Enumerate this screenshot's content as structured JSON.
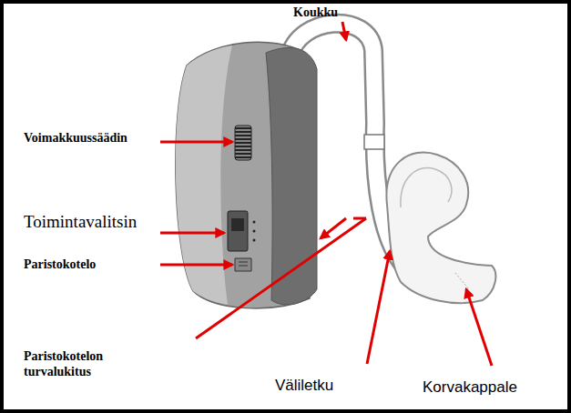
{
  "diagram": {
    "labels": [
      "Koukku",
      "Voimakkuussäädin",
      "Toimintavalitsin",
      "Paristokotelo",
      "Paristokotelon turvalukitus",
      "Väliletku",
      "Korvakappale"
    ]
  }
}
